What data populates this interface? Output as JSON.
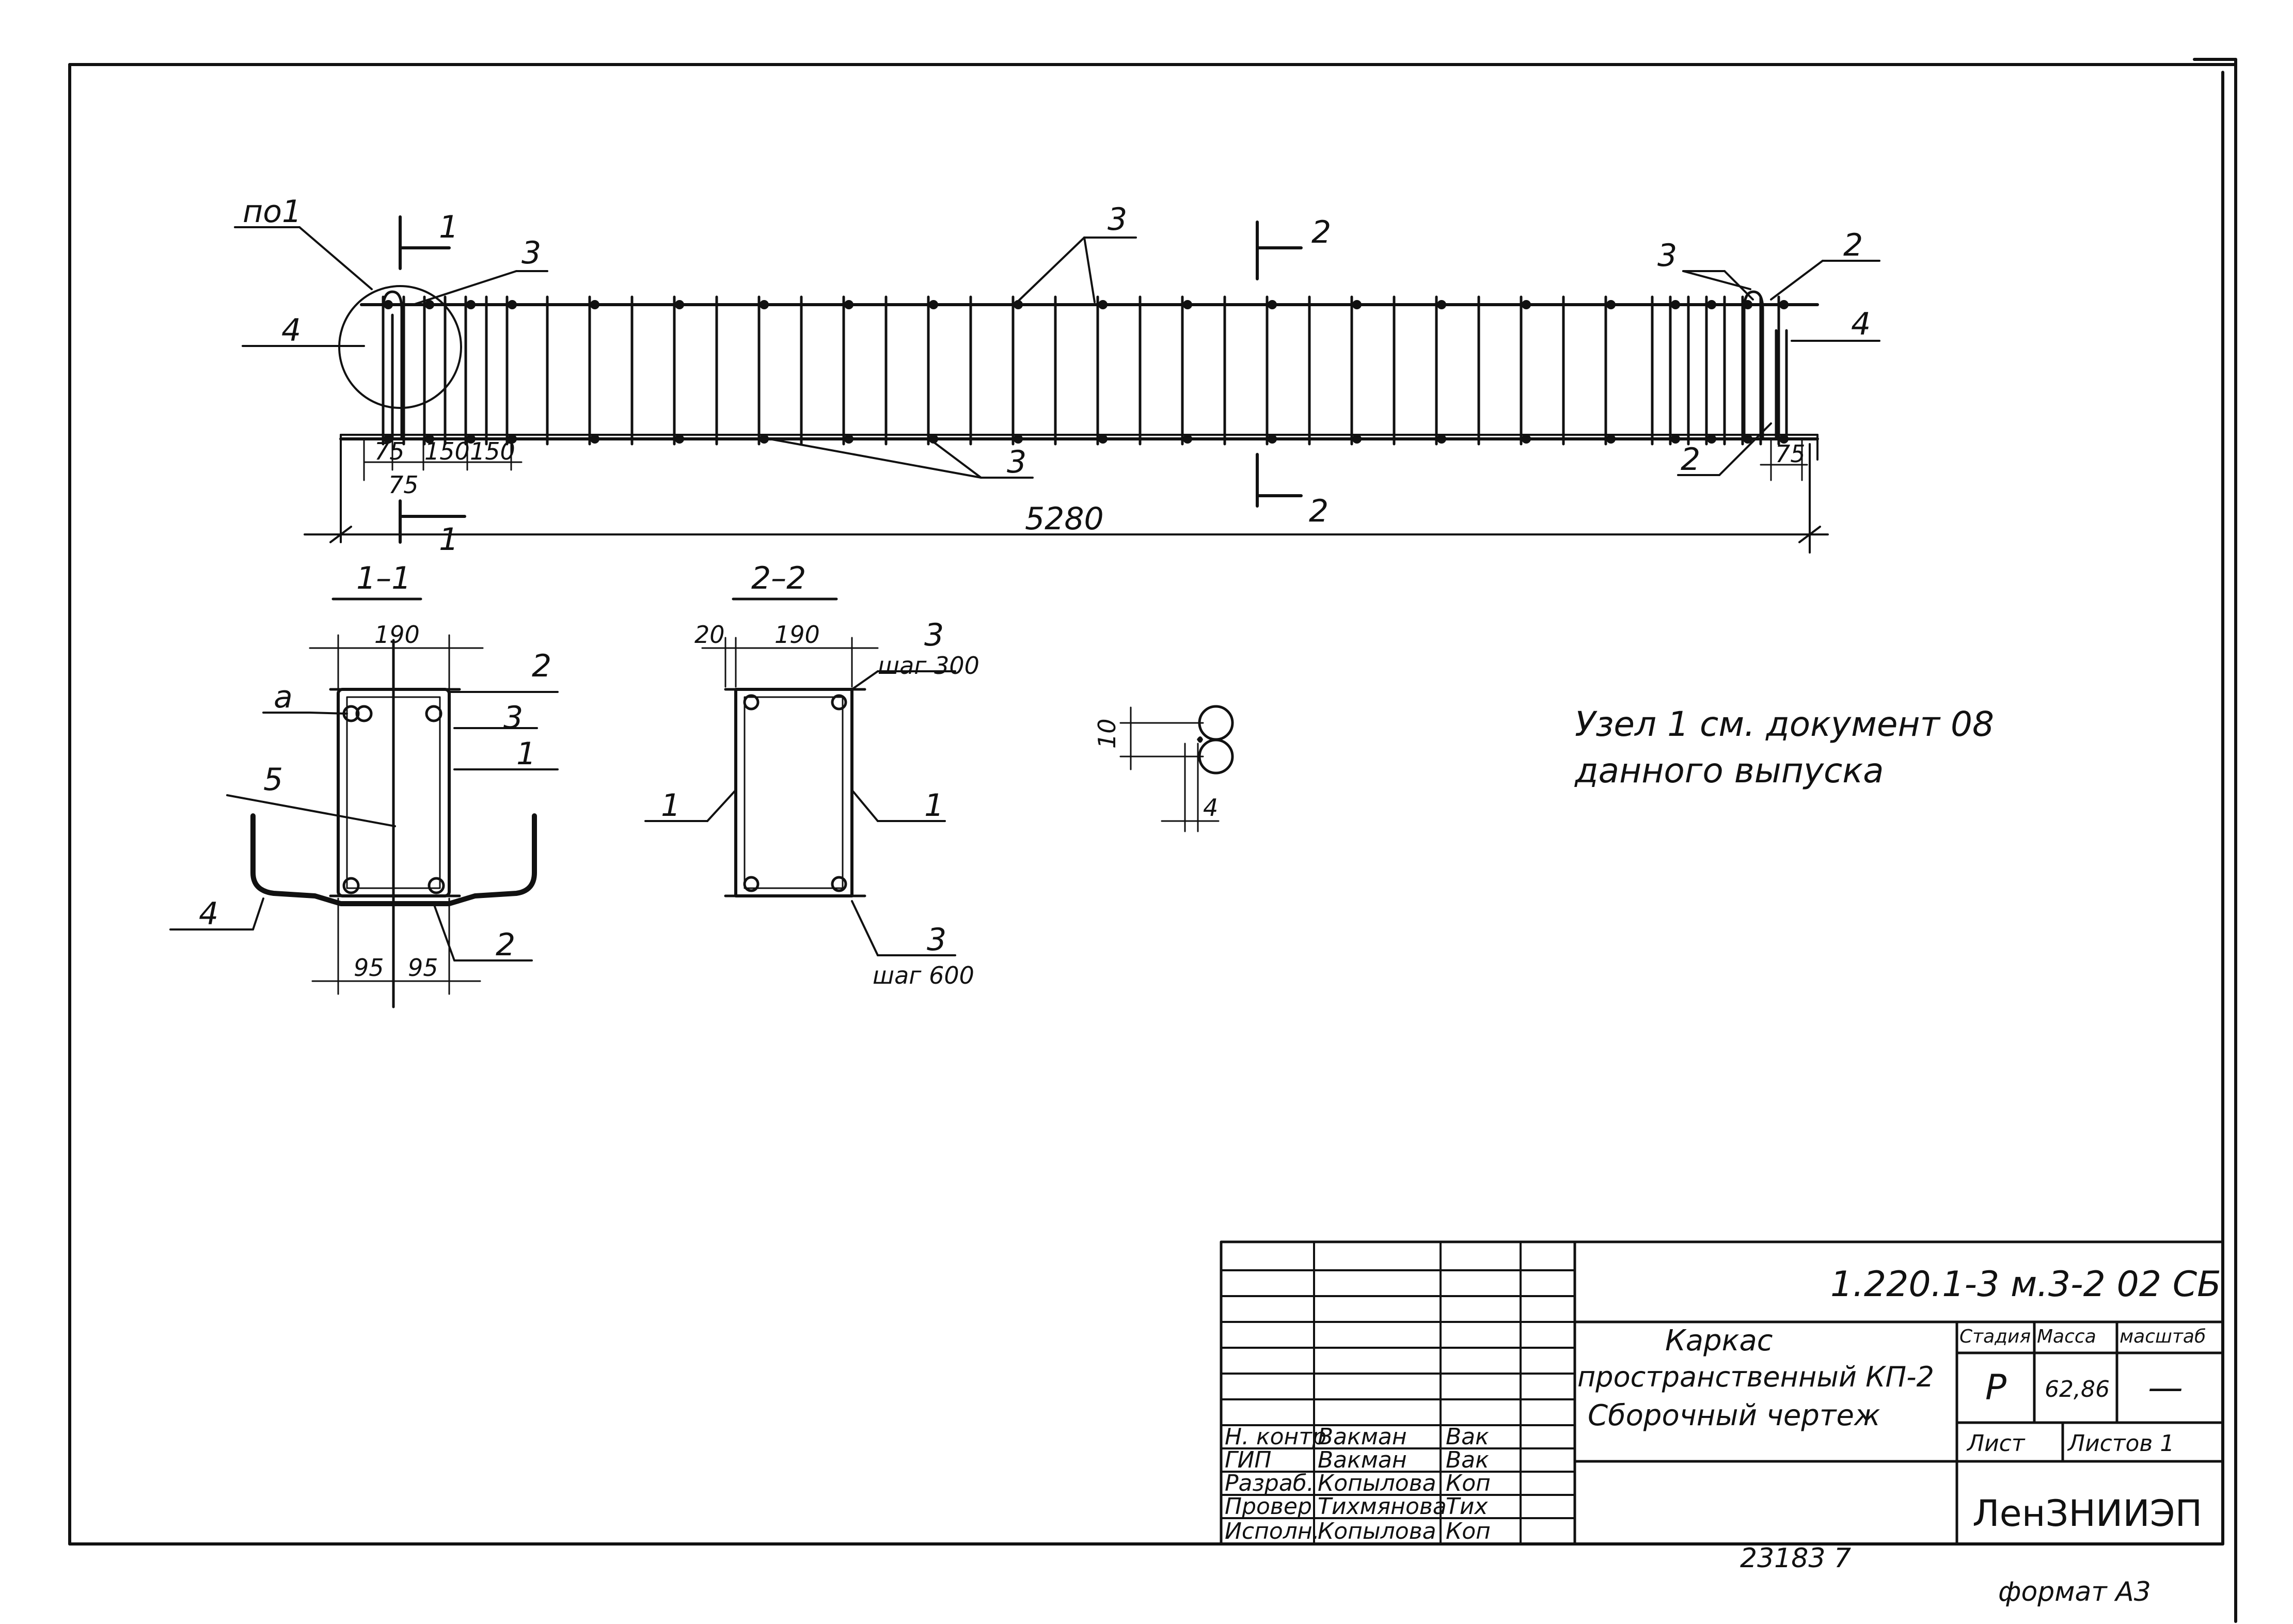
{
  "drawing": {
    "elevation": {
      "callout_node": "по1",
      "section_1_label": "1",
      "section_2_label": "2",
      "mark_1": "1",
      "mark_2": "2",
      "mark_3": "3",
      "mark_4": "4",
      "dim_75_a": "75",
      "dim_75_b": "75",
      "dim_150_a": "150",
      "dim_150_b": "150",
      "dim_75_right": "75",
      "dim_total": "5280"
    },
    "section_1_1": {
      "title": "1–1",
      "dim_width": "190",
      "dim_half_left": "95",
      "dim_half_right": "95",
      "mark_a": "а",
      "mark_1": "1",
      "mark_2_top": "2",
      "mark_2_bottom": "2",
      "mark_3": "3",
      "mark_4": "4",
      "mark_5": "5"
    },
    "section_2_2": {
      "title": "2–2",
      "dim_20": "20",
      "dim_width": "190",
      "mark_3_top": "3",
      "step_top": "шаг 300",
      "mark_3_bottom": "3",
      "step_bottom": "шаг 600",
      "mark_1_left": "1",
      "mark_1_right": "1"
    },
    "detail": {
      "dim_10": "10",
      "dim_4": "4"
    },
    "note_line_1": "Узел 1 см. документ  08",
    "note_line_2": "данного выпуска"
  },
  "title_block": {
    "doc_code": "1.220.1-3 м.3-2  02 СБ",
    "name_line_1": "Каркас",
    "name_line_2": "пространственный КП-2",
    "name_line_3": "Сборочный  чертеж",
    "hdr_stage": "Стадия",
    "hdr_mass": "Масса",
    "hdr_scale": "масштаб",
    "val_stage": "Р",
    "val_mass": "62,86",
    "val_scale": "—",
    "sheet_label": "Лист",
    "sheets_label": "Листов 1",
    "org": "ЛенЗНИИЭП",
    "roles": [
      {
        "role": "Н. контр",
        "name": "Вакман",
        "sign": "Вак"
      },
      {
        "role": "ГИП",
        "name": "Вакман",
        "sign": "Вак"
      },
      {
        "role": "Разраб.",
        "name": "Копылова",
        "sign": "Коп"
      },
      {
        "role": "Провер",
        "name": "Тихмянова",
        "sign": "Тих"
      },
      {
        "role": "Испoлн.",
        "name": "Копылова",
        "sign": "Коп"
      }
    ]
  },
  "footer": {
    "inventory": "23183    7",
    "format": "формат А3"
  }
}
